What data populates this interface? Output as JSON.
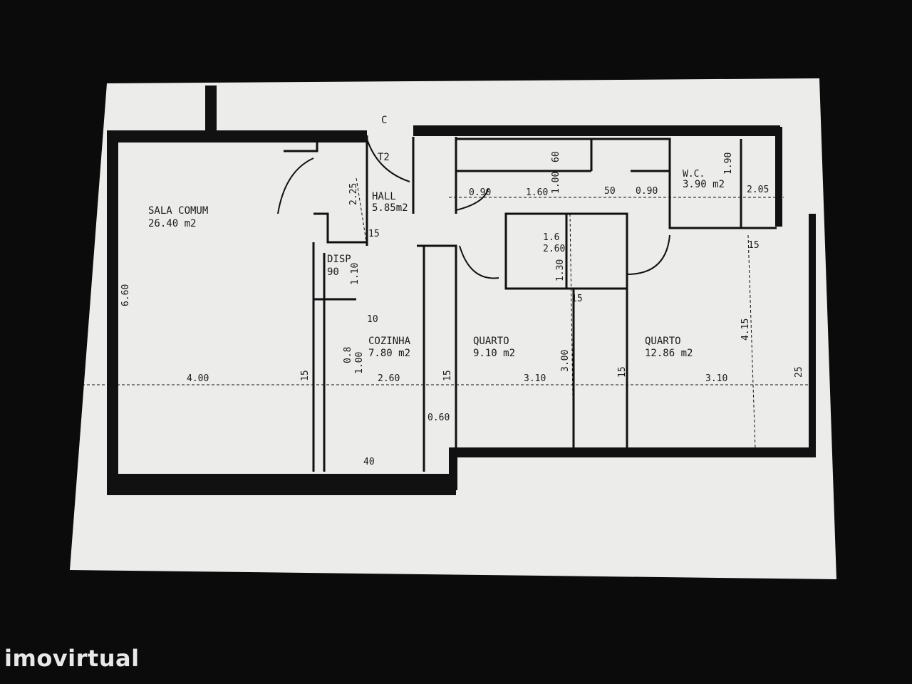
{
  "plan": {
    "typology": "T2",
    "entrance_mark": "C",
    "rooms": [
      {
        "name": "SALA COMUM",
        "area": "26.40 m2"
      },
      {
        "name": "HALL",
        "area": "5.85m2"
      },
      {
        "name": "DISP",
        "area": "90"
      },
      {
        "name": "COZINHA",
        "area": "7.80 m2"
      },
      {
        "name": "QUARTO",
        "area": "9.10 m2"
      },
      {
        "name": "QUARTO",
        "area": "12.86 m2"
      },
      {
        "name": "W.C.",
        "area": "3.90 m2"
      },
      {
        "name": "1.6",
        "area": "2.60"
      }
    ],
    "dimensions": [
      "2.25",
      "15",
      "1.10",
      "10",
      "0.90",
      "1.60",
      "1.00",
      "60",
      "50",
      "0.90",
      "1.90",
      "2.05",
      "15",
      "1.30",
      "15",
      "6.60",
      "4.00",
      "15",
      "2.60",
      "15",
      "3.10",
      "3.00",
      "15",
      "3.10",
      "4.15",
      "25",
      "0.60",
      "40",
      "0.8",
      "1.00"
    ]
  },
  "watermark": "imovirtual",
  "colors": {
    "background": "#0b0b0b",
    "paper": "#ececea",
    "ink": "#111111"
  }
}
